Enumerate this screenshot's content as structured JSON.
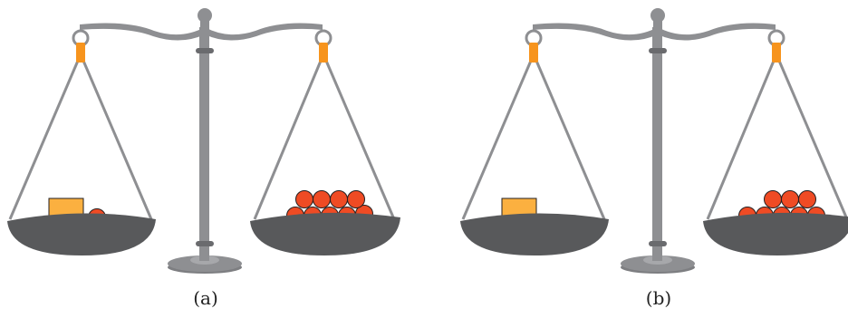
{
  "colors": {
    "frame": "#8e8f92",
    "frame_dark": "#6a6b6e",
    "pan": "#58595b",
    "clip": "#f7941d",
    "block": "#fbb040",
    "block_edge": "#231f20",
    "ball": "#ef4b24",
    "ball_edge": "#231f20"
  },
  "scales": [
    {
      "caption": "(a)",
      "left_pan": {
        "blocks": 1,
        "balls": 1
      },
      "right_pan": {
        "balls": 9
      }
    },
    {
      "caption": "(b)",
      "left_pan": {
        "blocks": 1,
        "balls": 0
      },
      "right_pan": {
        "balls": 8
      }
    }
  ]
}
